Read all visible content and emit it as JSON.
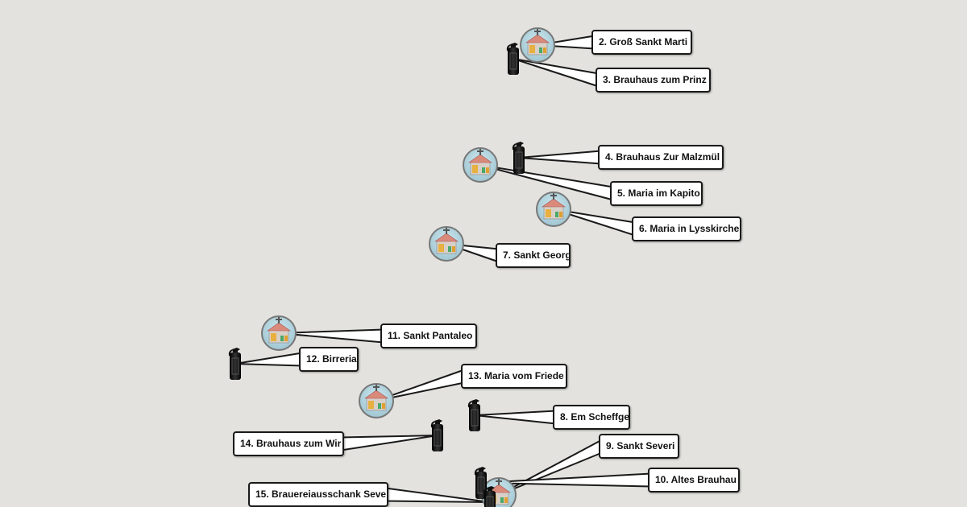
{
  "map": {
    "background": "#e3e2de",
    "markers": [
      {
        "id": 2,
        "label": "2. Groß Sankt Marti",
        "icon": "church-icon"
      },
      {
        "id": 3,
        "label": "3. Brauhaus zum Prinz",
        "icon": "fire-extinguisher-icon"
      },
      {
        "id": 4,
        "label": "4. Brauhaus Zur Malzmül",
        "icon": "fire-extinguisher-icon"
      },
      {
        "id": 5,
        "label": "5. Maria im Kapito",
        "icon": "church-icon"
      },
      {
        "id": 6,
        "label": "6. Maria in Lysskirche",
        "icon": "church-icon"
      },
      {
        "id": 7,
        "label": "7. Sankt Georg",
        "icon": "church-icon"
      },
      {
        "id": 8,
        "label": "8. Em Scheffge",
        "icon": "fire-extinguisher-icon"
      },
      {
        "id": 9,
        "label": "9. Sankt Severi",
        "icon": "church-icon"
      },
      {
        "id": 10,
        "label": "10. Altes Brauhau",
        "icon": "fire-extinguisher-icon"
      },
      {
        "id": 11,
        "label": "11. Sankt Pantaleo",
        "icon": "church-icon"
      },
      {
        "id": 12,
        "label": "12. Birreria",
        "icon": "fire-extinguisher-icon"
      },
      {
        "id": 13,
        "label": "13. Maria vom Friede",
        "icon": "church-icon"
      },
      {
        "id": 14,
        "label": "14. Brauhaus zum Wir",
        "icon": "fire-extinguisher-icon"
      },
      {
        "id": 15,
        "label": "15. Brauereiausschank Seve",
        "icon": "fire-extinguisher-icon"
      }
    ]
  }
}
